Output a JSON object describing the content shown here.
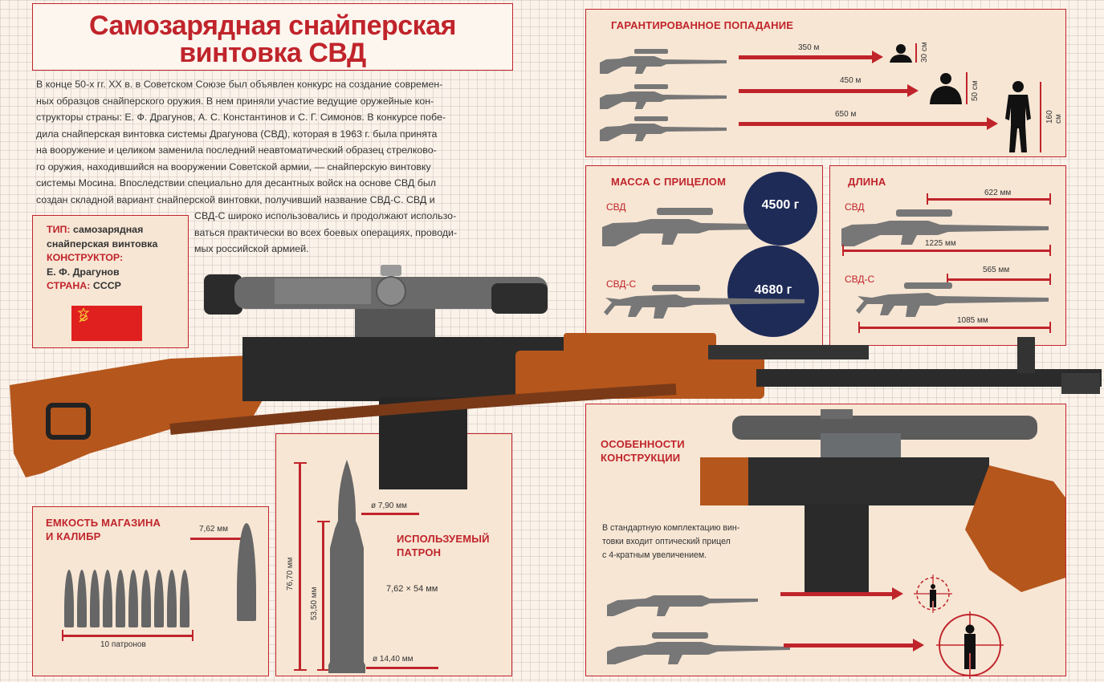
{
  "title": {
    "line1": "Самозарядная снайперская",
    "line2": "винтовка СВД"
  },
  "intro_lines": [
    "В конце 50-х гг. XX в. в Советском Союзе был объявлен конкурс на создание современ-",
    "ных образцов снайперского оружия. В нем приняли участие ведущие оружейные кон-",
    "структоры страны: Е. Ф. Драгунов, А. С. Константинов и С. Г. Симонов. В конкурсе побе-",
    "дила снайперская винтовка системы Драгунова (СВД), которая в 1963 г. была принята",
    "на вооружение и целиком заменила последний неавтоматический образец стрелково-",
    "го оружия, находившийся на вооружении Советской армии, — снайперскую винтовку",
    "системы Мосина. Впоследствии специально для десантных войск на основе СВД был",
    "создан складной вариант снайперской винтовки, получивший название СВД-С. СВД и",
    "СВД-С широко использовались и продолжают использо-",
    "ваться практически во всех боевых операциях, проводи-",
    "мых российской армией."
  ],
  "info": {
    "type_label": "ТИП:",
    "type_value": "самозарядная снайперская винтовка",
    "designer_label": "КОНСТРУКТОР:",
    "designer_value": "Е. Ф. Драгунов",
    "country_label": "СТРАНА:",
    "country_value": "СССР"
  },
  "hit": {
    "title": "ГАРАНТИРОВАННОЕ ПОПАДАНИЕ",
    "rows": [
      {
        "distance": "350 м",
        "target": "30 см"
      },
      {
        "distance": "450 м",
        "target": "50 см"
      },
      {
        "distance": "650 м",
        "target": "160 см"
      }
    ]
  },
  "mass": {
    "title": "МАССА С ПРИЦЕЛОМ",
    "svd_label": "СВД",
    "svd_value": "4500 г",
    "svds_label": "СВД-С",
    "svds_value": "4680 г"
  },
  "length": {
    "title": "ДЛИНА",
    "svd_label": "СВД",
    "svd_barrel": "622 мм",
    "svd_total": "1225 мм",
    "svds_label": "СВД-С",
    "svds_barrel": "565 мм",
    "svds_total": "1085 мм"
  },
  "features": {
    "title_line1": "ОСОБЕННОСТИ",
    "title_line2": "КОНСТРУКЦИИ",
    "text_lines": [
      "В стандартную комплектацию вин-",
      "товки входит оптический прицел",
      "с 4-кратным увеличением."
    ]
  },
  "magazine": {
    "title_line1": "ЕМКОСТЬ МАГАЗИНА",
    "title_line2": "И КАЛИБР",
    "caliber": "7,62 мм",
    "count": "10 патронов"
  },
  "cartridge": {
    "title_line1": "ИСПОЛЬЗУЕМЫЙ",
    "title_line2": "ПАТРОН",
    "total_length": "76,70 мм",
    "case_length": "53,50 мм",
    "bullet_diameter": "ø 7,90 мм",
    "base_diameter": "ø 14,40 мм",
    "designation": "7,62 × 54 мм"
  },
  "colors": {
    "accent": "#c0242b",
    "navy": "#1e2b57",
    "wood": "#b5561c",
    "panel": "#f7e6d4"
  }
}
